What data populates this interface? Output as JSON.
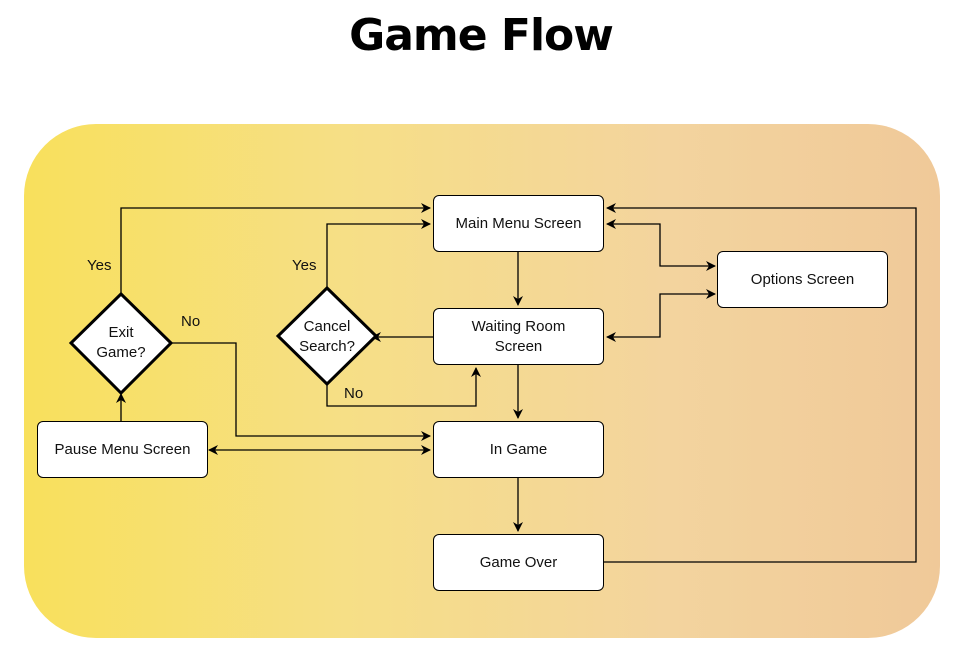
{
  "title": "Game Flow",
  "nodes": {
    "main_menu": "Main Menu Screen",
    "options": "Options Screen",
    "waiting_room": "Waiting Room Screen",
    "in_game": "In Game",
    "game_over": "Game Over",
    "pause_menu": "Pause Menu Screen"
  },
  "decisions": {
    "exit_game": "Exit Game?",
    "cancel_search": "Cancel Search?"
  },
  "edge_labels": {
    "exit_yes": "Yes",
    "exit_no": "No",
    "cancel_yes": "Yes",
    "cancel_no": "No"
  },
  "colors": {
    "gradient_start": "#f8e05c",
    "gradient_end": "#f0c999",
    "node_fill": "#ffffff",
    "stroke": "#000000"
  }
}
